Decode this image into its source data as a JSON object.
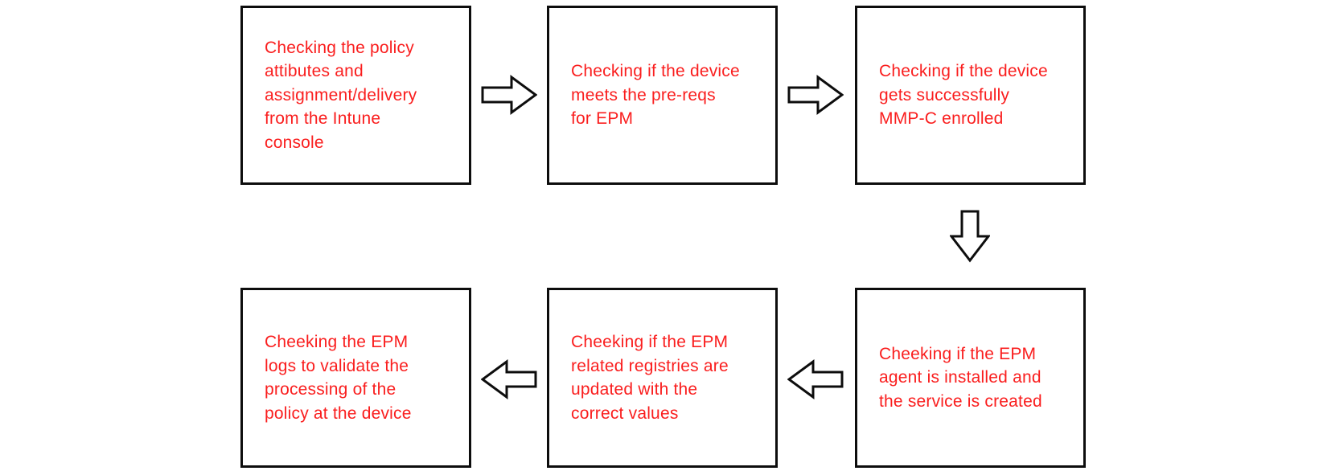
{
  "diagram": {
    "type": "flowchart",
    "text_color": "#fa1e1e",
    "box_border_color": "#0d0d0d",
    "arrow_outline_color": "#0d0d0d",
    "background_color": "#ffffff",
    "steps": [
      {
        "id": 1,
        "text": "Checking the policy\nattibutes and\nassignment/delivery\nfrom the Intune\nconsole"
      },
      {
        "id": 2,
        "text": "Checking if the device\nmeets the pre-reqs\nfor EPM"
      },
      {
        "id": 3,
        "text": "Checking if the device\ngets successfully\nMMP-C enrolled"
      },
      {
        "id": 4,
        "text": "Cheeking the EPM\nlogs to validate the\nprocessing of the\npolicy at the device"
      },
      {
        "id": 5,
        "text": "Cheeking if the EPM\nrelated registries are\nupdated with the\ncorrect values"
      },
      {
        "id": 6,
        "text": "Cheeking if the EPM\nagent is installed and\nthe service is created"
      }
    ],
    "connections": [
      {
        "from": 1,
        "to": 2,
        "direction": "right"
      },
      {
        "from": 2,
        "to": 3,
        "direction": "right"
      },
      {
        "from": 3,
        "to": 6,
        "direction": "down"
      },
      {
        "from": 6,
        "to": 5,
        "direction": "left"
      },
      {
        "from": 5,
        "to": 4,
        "direction": "left"
      }
    ]
  }
}
